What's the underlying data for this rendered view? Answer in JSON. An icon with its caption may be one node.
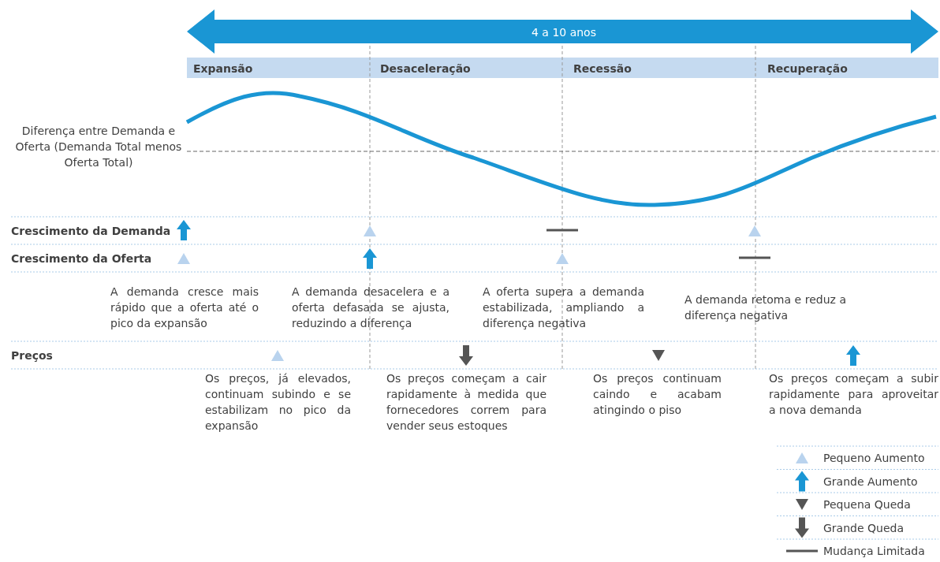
{
  "diagram": {
    "labels": [
      "4 a 10 anos",
      "Expansão",
      "Desaceleração",
      "Recessão",
      "Recuperação",
      "Diferença entre Demanda e Oferta (Demanda Total menos Oferta Total)",
      "Crescimento da Demanda",
      "Crescimento da Oferta",
      "A demanda cresce mais rápido que a oferta até o pico da expansão",
      "A demanda desacelera e a oferta defasada se ajusta, reduzindo a diferença",
      "A oferta supera a demanda estabilizada, ampliando a diferença negativa",
      "A demanda retoma e reduz a diferença negativa",
      "Preços",
      "Os preços, já elevados, continuam subindo e se estabilizam no pico da expansão",
      "Os preços começam a cair rapidamente à medida que fornecedores correm para vender seus estoques",
      "Os preços continuam caindo e acabam atingindo o piso",
      "Os preços começam a subir rapidamente para aproveitar a nova demanda"
    ],
    "legend": [
      {
        "text": "Pequeno Aumento"
      },
      {
        "text": "Grande Aumento"
      },
      {
        "text": "Pequena Queda"
      },
      {
        "text": "Grande Queda"
      },
      {
        "text": "Mudança Limitada"
      }
    ]
  }
}
